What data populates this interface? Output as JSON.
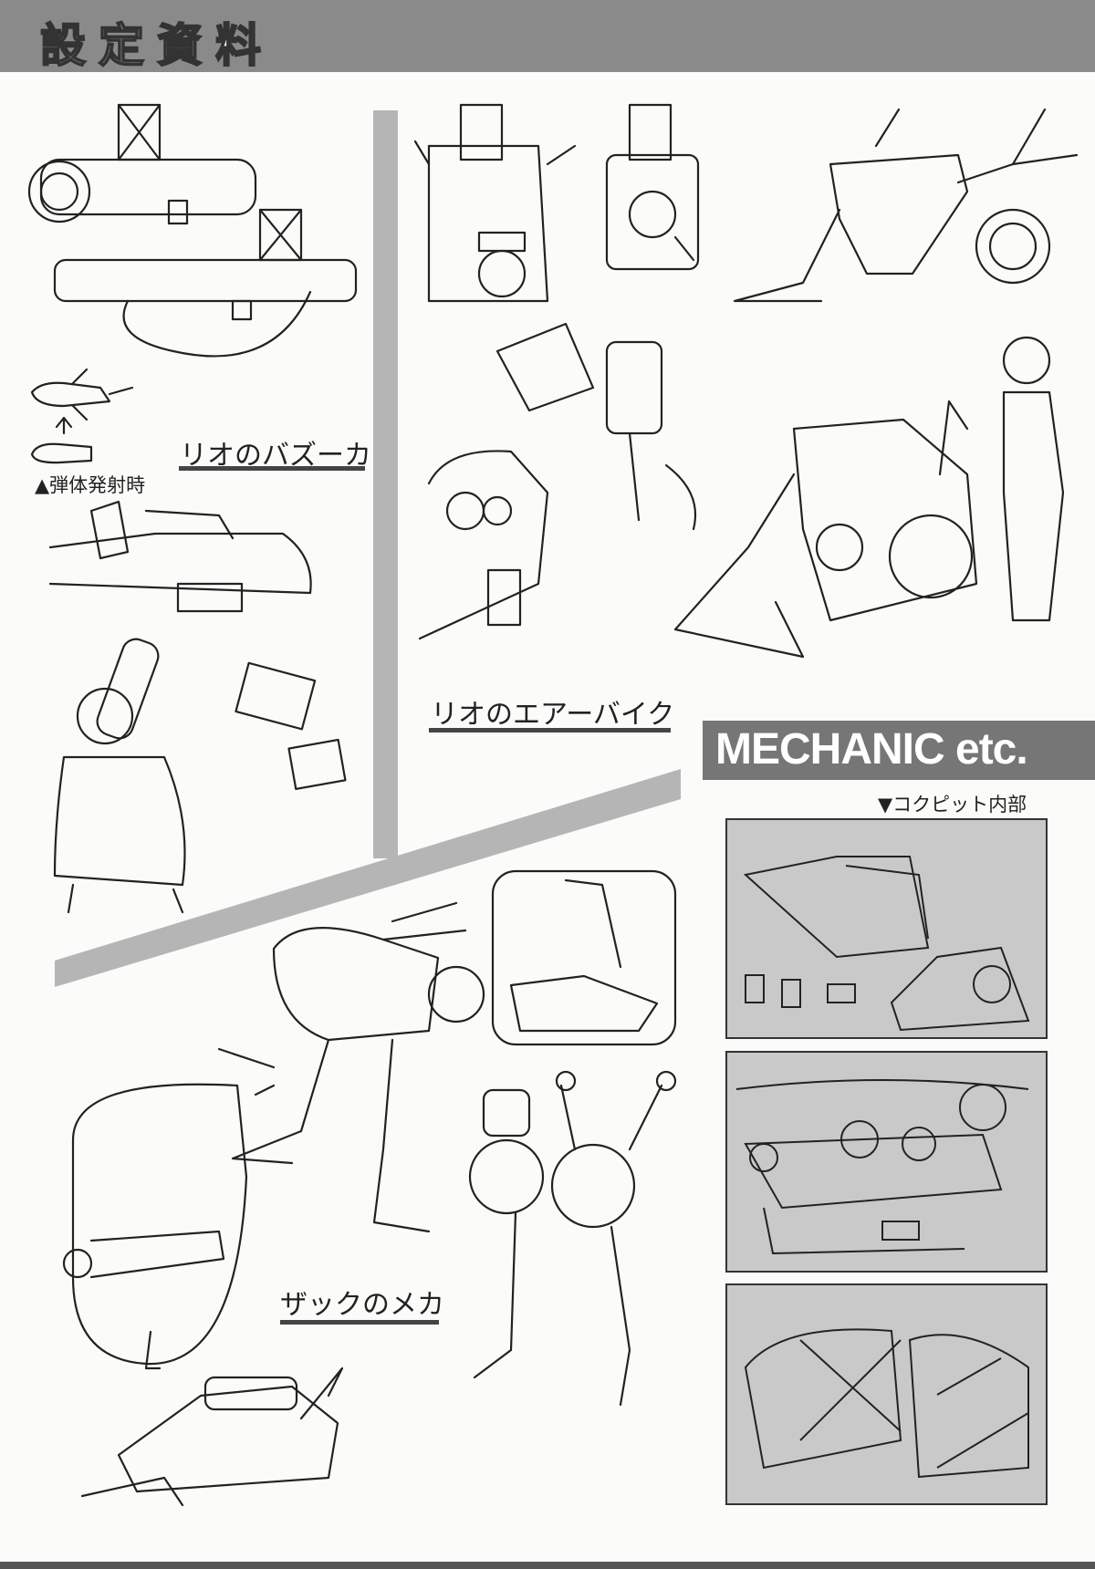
{
  "header": {
    "title": "設定資料"
  },
  "sections": {
    "bazooka": {
      "label": "リオのバズーカ",
      "caption": "▲弾体発射時"
    },
    "airbike": {
      "label": "リオのエアーバイク"
    },
    "zack": {
      "label": "ザックのメカ"
    }
  },
  "mechanic": {
    "banner": "MECHANIC etc.",
    "caption": "▼コクピット内部"
  },
  "colors": {
    "band": "#8a8a8a",
    "divider": "#b5b5b5",
    "panel": "#c9c9c9",
    "ink": "#222222"
  }
}
